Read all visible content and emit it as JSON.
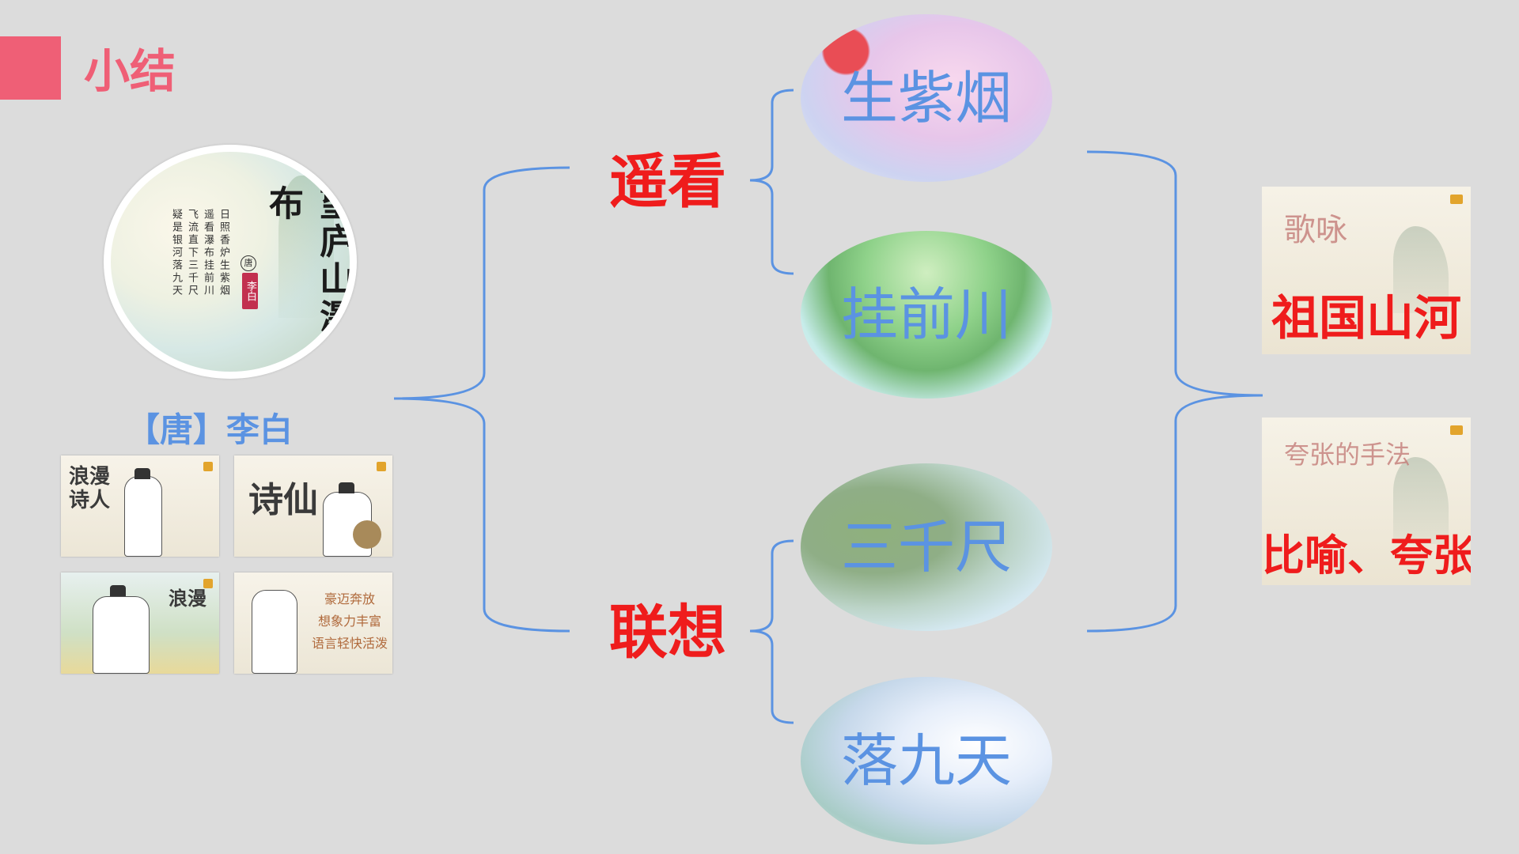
{
  "header": {
    "title": "小结"
  },
  "poem": {
    "title": "望庐山瀑布",
    "lines": [
      "日照香炉生紫烟",
      "遥看瀑布挂前川",
      "飞流直下三千尺",
      "疑是银河落九天"
    ],
    "mark": "唐",
    "seal": "李白"
  },
  "author": {
    "label": "【唐】李白"
  },
  "thumbnails": [
    {
      "text": "浪漫诗人"
    },
    {
      "text": "诗仙"
    },
    {
      "text": "浪漫"
    },
    {
      "lines": [
        "豪迈奔放",
        "想象力丰富",
        "语言轻快活泼"
      ]
    }
  ],
  "keywords": {
    "top": "遥看",
    "bottom": "联想"
  },
  "ovals": [
    {
      "label": "生紫烟"
    },
    {
      "label": "挂前川"
    },
    {
      "label": "三千尺"
    },
    {
      "label": "落九天"
    }
  ],
  "cards": [
    {
      "brush": "歌咏",
      "label": "祖国山河"
    },
    {
      "brush": "夸张的手法",
      "label": "比喻、夸张"
    }
  ],
  "colors": {
    "accent": "#ef5f76",
    "keyword": "#ef1c1c",
    "blue": "#5b93e2",
    "bracket": "#5b93e2"
  }
}
